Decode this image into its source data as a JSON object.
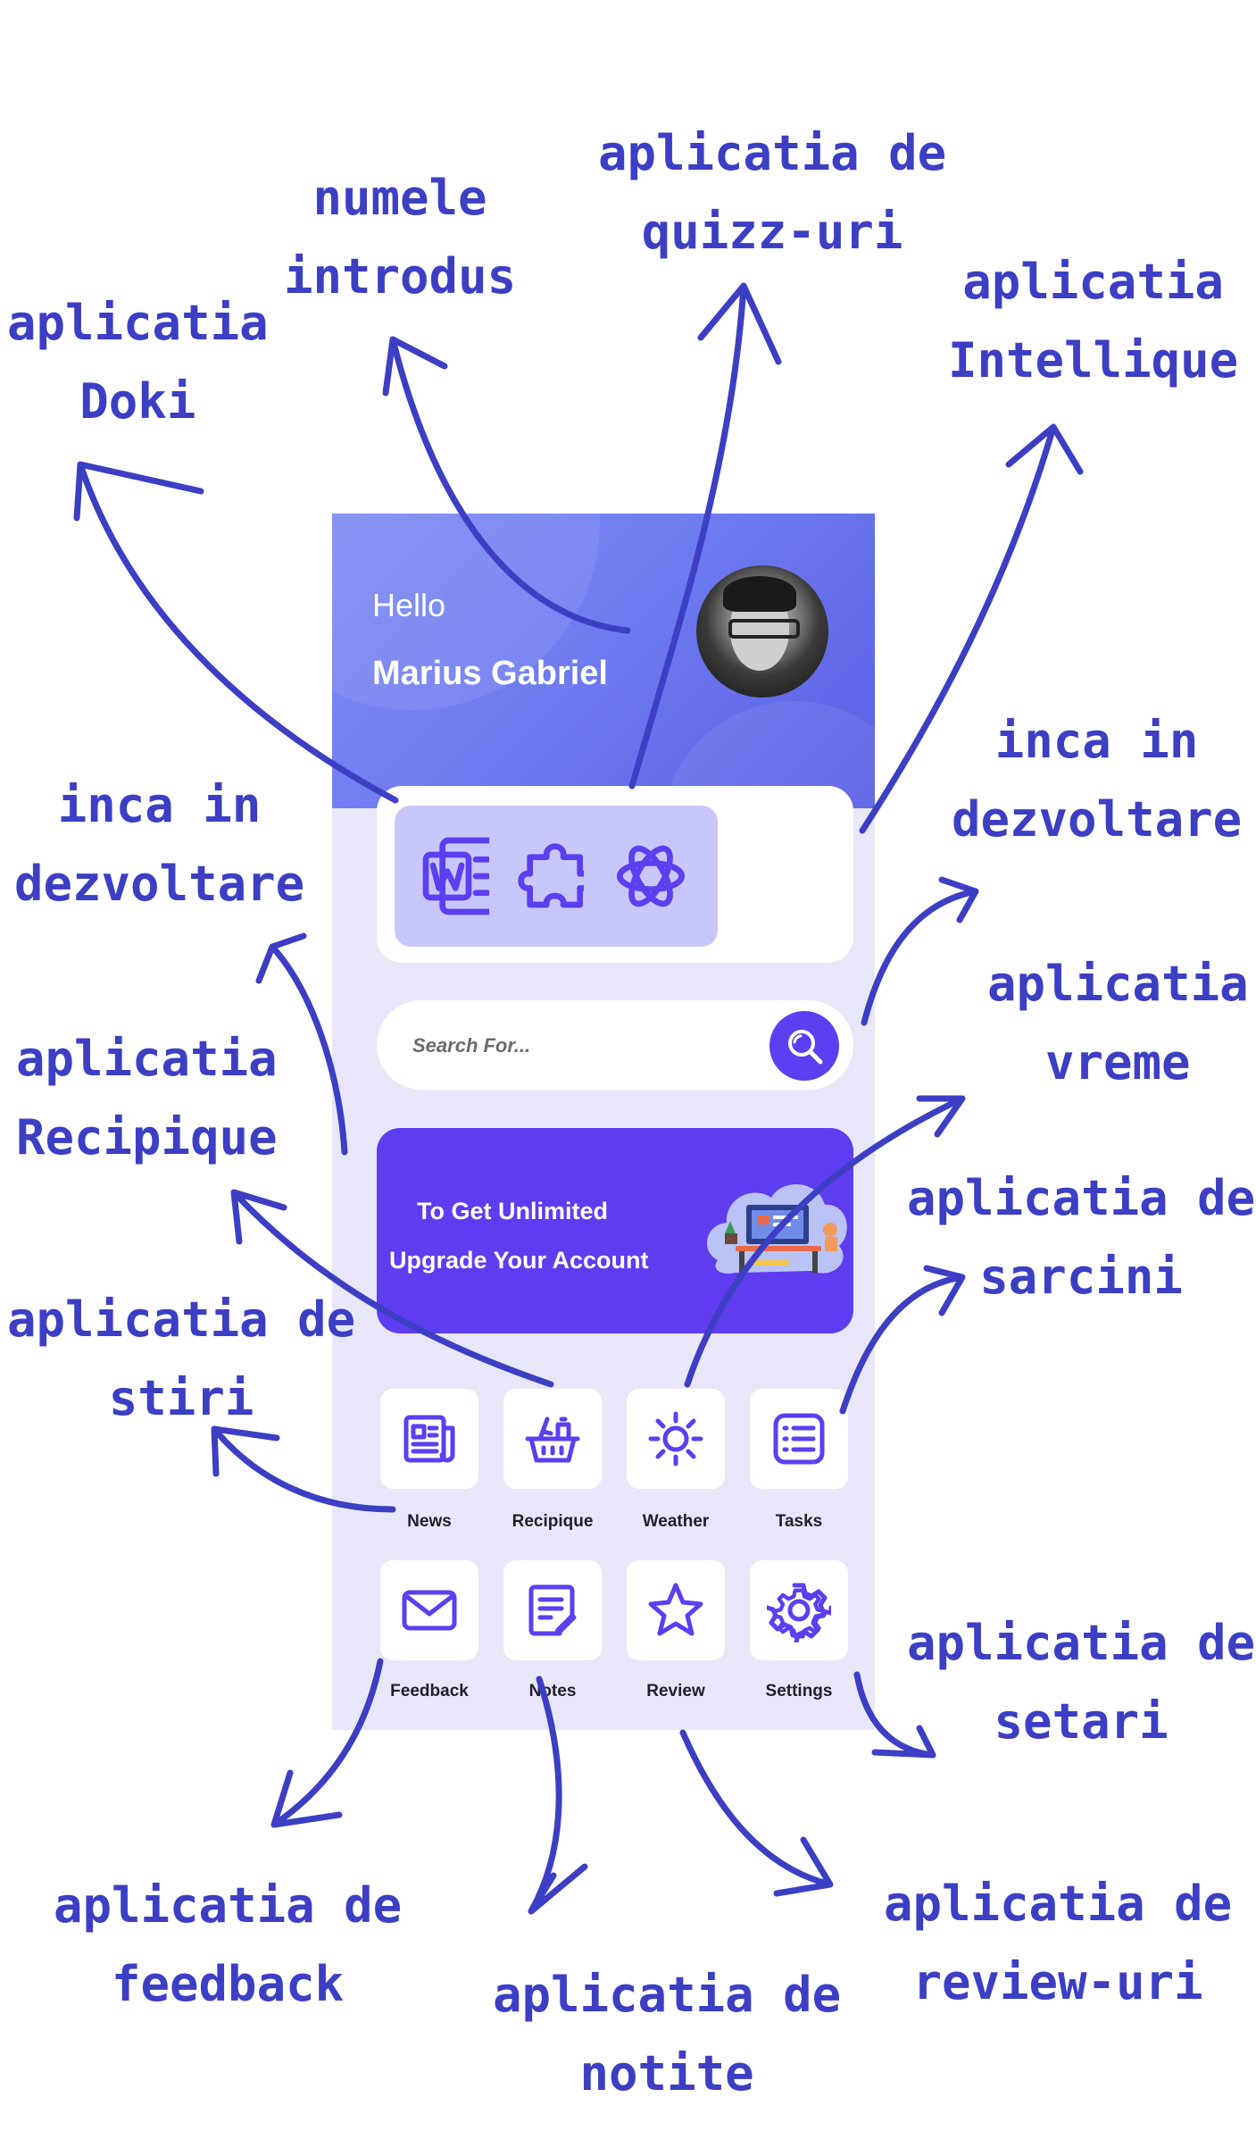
{
  "annotations": {
    "doki": [
      "aplicatia",
      "Doki"
    ],
    "name": [
      "numele",
      "introdus"
    ],
    "quizz": [
      "aplicatia de",
      "quizz-uri"
    ],
    "intellique": [
      "aplicatia",
      "Intellique"
    ],
    "dev_left": [
      "inca in",
      "dezvoltare"
    ],
    "dev_right": [
      "inca in",
      "dezvoltare"
    ],
    "recipique": [
      "aplicatia",
      "Recipique"
    ],
    "weather": [
      "aplicatia",
      "vreme"
    ],
    "tasks": [
      "aplicatia de",
      "sarcini"
    ],
    "news": [
      "aplicatia de",
      "stiri"
    ],
    "settings": [
      "aplicatia de",
      "setari"
    ],
    "feedback": [
      "aplicatia de",
      "feedback"
    ],
    "notes": [
      "aplicatia de",
      "notite"
    ],
    "review": [
      "aplicatia de",
      "review-uri"
    ]
  },
  "header": {
    "greeting": "Hello",
    "user_name": "Marius Gabriel"
  },
  "apps": [
    {
      "name": "doki",
      "icon": "word-document-icon"
    },
    {
      "name": "quizz",
      "icon": "puzzle-piece-icon"
    },
    {
      "name": "intellique",
      "icon": "openai-logo-icon"
    }
  ],
  "search": {
    "placeholder": "Search For...",
    "icon": "search-icon"
  },
  "banner": {
    "line1": "To Get Unlimited",
    "line2": "Upgrade Your Account"
  },
  "grid": [
    {
      "label": "News",
      "icon": "newspaper-icon"
    },
    {
      "label": "Recipique",
      "icon": "food-basket-icon"
    },
    {
      "label": "Weather",
      "icon": "sun-icon"
    },
    {
      "label": "Tasks",
      "icon": "task-list-icon"
    },
    {
      "label": "Feedback",
      "icon": "envelope-icon"
    },
    {
      "label": "Notes",
      "icon": "notes-icon"
    },
    {
      "label": "Review",
      "icon": "star-icon"
    },
    {
      "label": "Settings",
      "icon": "gear-icon"
    }
  ],
  "colors": {
    "accent": "#5b3ff0",
    "annotation": "#3c3fc4",
    "header": "#6f7cf0",
    "background": "#e8e7f9"
  }
}
